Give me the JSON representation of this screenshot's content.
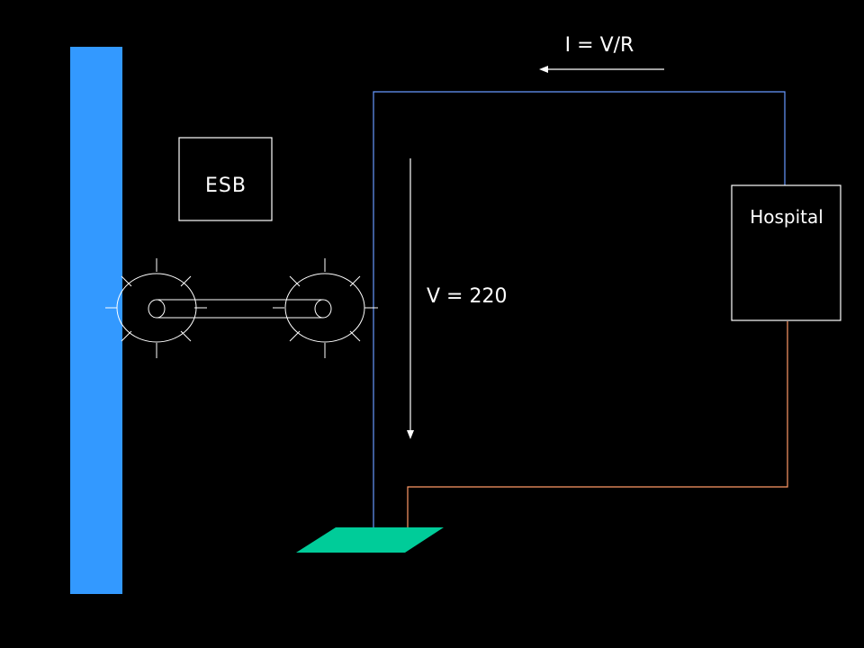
{
  "labels": {
    "current_formula": "I = V/R",
    "voltage": "V = 220",
    "supplier": "ESB",
    "load": "Hospital"
  },
  "colors": {
    "background": "#000000",
    "pole": "#3399FF",
    "ground_plate": "#00CC99",
    "live_wire": "#6699FF",
    "return_wire": "#FF9966",
    "outline": "#FFFFFF",
    "label_text": "#FFFFFF"
  }
}
